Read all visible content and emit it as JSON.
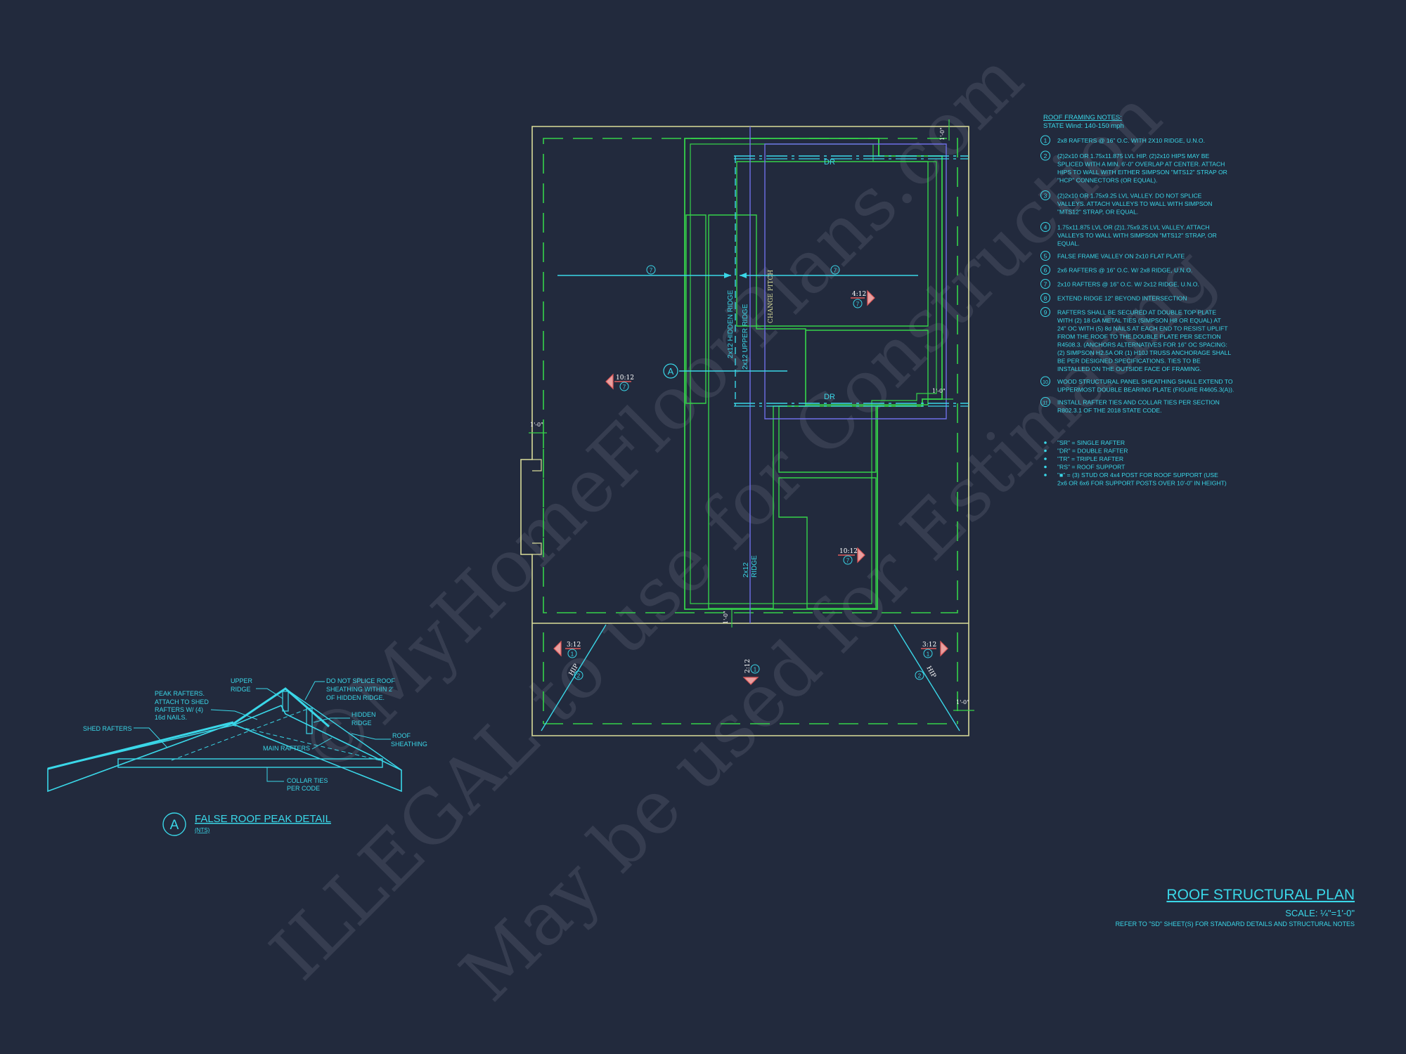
{
  "notes": {
    "title": "ROOF FRAMING NOTES:",
    "wind": "STATE Wind: 140-150 mph",
    "items": [
      {
        "num": "1",
        "lines": [
          "2x8 RAFTERS @ 16\" O.C. WITH 2X10 RIDGE, U.N.O."
        ]
      },
      {
        "num": "2",
        "lines": [
          "(2)2x10 OR 1.75x11.875 LVL HIP.  (2)2x10 HIPS MAY BE",
          "SPLICED WITH A MIN. 6'-0\" OVERLAP AT CENTER. ATTACH",
          "HIPS TO WALL WITH EITHER SIMPSON \"MTS12\" STRAP OR",
          "\"HCP\" CONNECTORS (OR EQUAL)."
        ]
      },
      {
        "num": "3",
        "lines": [
          "(2)2x10 OR 1.75x9.25 LVL VALLEY.  DO NOT SPLICE",
          "VALLEYS.  ATTACH VALLEYS TO WALL WITH  SIMPSON",
          "\"MTS12\" STRAP, OR EQUAL."
        ]
      },
      {
        "num": "4",
        "lines": [
          "1.75x11.875 LVL OR (2)1.75x9.25 LVL VALLEY.  ATTACH",
          "VALLEYS TO WALL WITH SIMPSON \"MTS12\" STRAP, OR",
          "EQUAL."
        ]
      },
      {
        "num": "5",
        "lines": [
          "FALSE FRAME VALLEY ON 2x10 FLAT PLATE"
        ]
      },
      {
        "num": "6",
        "lines": [
          "2x6 RAFTERS @ 16\" O.C. W/ 2x8 RIDGE, U.N.O."
        ]
      },
      {
        "num": "7",
        "lines": [
          "2x10 RAFTERS @ 16\" O.C. W/ 2x12 RIDGE, U.N.O."
        ]
      },
      {
        "num": "8",
        "lines": [
          "EXTEND RIDGE 12\" BEYOND INTERSECTION"
        ]
      },
      {
        "num": "9",
        "lines": [
          "RAFTERS SHALL BE SECURED AT DOUBLE TOP PLATE",
          "WITH (2) 18 GA METAL TIES (SIMPSON H8 OR EQUAL) AT",
          "24\" OC WITH (5) 8d NAILS AT EACH END TO RESIST UPLIFT",
          "FROM THE ROOF TO THE DOUBLE PLATE PER SECTION",
          "R4508.3. (ANCHORS ALTERNATIVES FOR 16\" OC SPACING:",
          "(2) SIMPSON H2.5A OR (1) H10J TRUSS ANCHORAGE SHALL",
          "BE PER DESIGNED SPECIFICATIONS. TIES TO BE",
          "INSTALLED ON THE OUTSIDE FACE OF FRAMING."
        ]
      },
      {
        "num": "10",
        "lines": [
          "WOOD STRUCTURAL PANEL SHEATHING SHALL EXTEND TO",
          "UPPERMOST DOUBLE BEARING PLATE (FIGURE R4605.3(A))."
        ]
      },
      {
        "num": "11",
        "lines": [
          "INSTALL RAFTER TIES AND COLLAR TIES PER SECTION",
          "R802.3.1 OF THE 2018 STATE CODE."
        ]
      }
    ],
    "legend": [
      "\"SR\"  = SINGLE RAFTER",
      "\"DR\" = DOUBLE RAFTER",
      "\"TR\" = TRIPLE RAFTER",
      "\"RS\" = ROOF SUPPORT",
      "\"■\" = (3) STUD OR 4x4 POST FOR ROOF SUPPORT (USE",
      "2x6 OR 6x6 FOR SUPPORT POSTS OVER 10'-0\" IN HEIGHT)"
    ]
  },
  "plan": {
    "ridge_hidden": "2x12 HIDDEN RIDGE",
    "ridge_upper": "2x12 UPPER RIDGE",
    "change_pitch": "CHANGE PITCH",
    "ridge_lower": "2x12",
    "ridge_lower2": "RIDGE",
    "dr_top": "DR",
    "dr_mid": "DR",
    "pitch_412": "4:12",
    "pitch_1012_left": "10:12",
    "pitch_1012_right": "10:12",
    "pitch_312_left": "3:12",
    "pitch_312_right": "3:12",
    "pitch_212": "2:12",
    "hip_left": "HIP",
    "hip_right": "HIP",
    "dim_1ft_top": "1'-0\"",
    "dim_1ft_mid": "1'-0\"",
    "dim_1ft_bottom": "1'-0\"",
    "dim_1ft_left": "1'-0\"",
    "dim_1ft_right": "1'-0\"",
    "tag_a": "A",
    "circle_7a": "7",
    "circle_7b": "7",
    "circle_7c": "7",
    "circle_7d": "7",
    "circle_7e": "7",
    "circle_1a": "1",
    "circle_1b": "1",
    "circle_1c": "1",
    "circle_2a": "2",
    "circle_2b": "2"
  },
  "detail": {
    "upper_ridge": [
      "UPPER",
      "RIDGE"
    ],
    "do_not_splice": [
      "DO NOT SPLICE ROOF",
      "SHEATHING WITHIN 2'",
      "OF HIDDEN RIDGE."
    ],
    "peak_rafters": [
      "PEAK RAFTERS.",
      "ATTACH TO SHED",
      "RAFTERS W/ (4)",
      "16d NAILS."
    ],
    "hidden_ridge": [
      "HIDDEN",
      "RIDGE"
    ],
    "shed_rafters": "SHED RAFTERS",
    "roof_sheathing": [
      "ROOF",
      "SHEATHING"
    ],
    "main_rafters": "MAIN RAFTERS",
    "collar_ties": [
      "COLLAR TIES",
      "PER CODE"
    ],
    "tag": "A",
    "title": "FALSE ROOF PEAK DETAIL",
    "subtitle": "(NTS)"
  },
  "title_block": {
    "title": "ROOF STRUCTURAL PLAN",
    "scale": "SCALE: ¼\"=1'-0\"",
    "refer": "REFER TO \"SD\" SHEET(S) FOR STANDARD DETAILS AND STRUCTURAL NOTES"
  },
  "watermark": {
    "line1": "©MyHomeFloorPlans.com",
    "line2": "ILLEGAL to use for Construction",
    "line3": "May be used for Estimating"
  },
  "colors": {
    "background": "#222a3d",
    "cyan": "#3ad7e8",
    "wall_yellow": "#d9dc9a",
    "ridge_green": "#35d24a",
    "ridge_blue": "#6e6ee8",
    "pitch_red": "#e05a5a"
  }
}
